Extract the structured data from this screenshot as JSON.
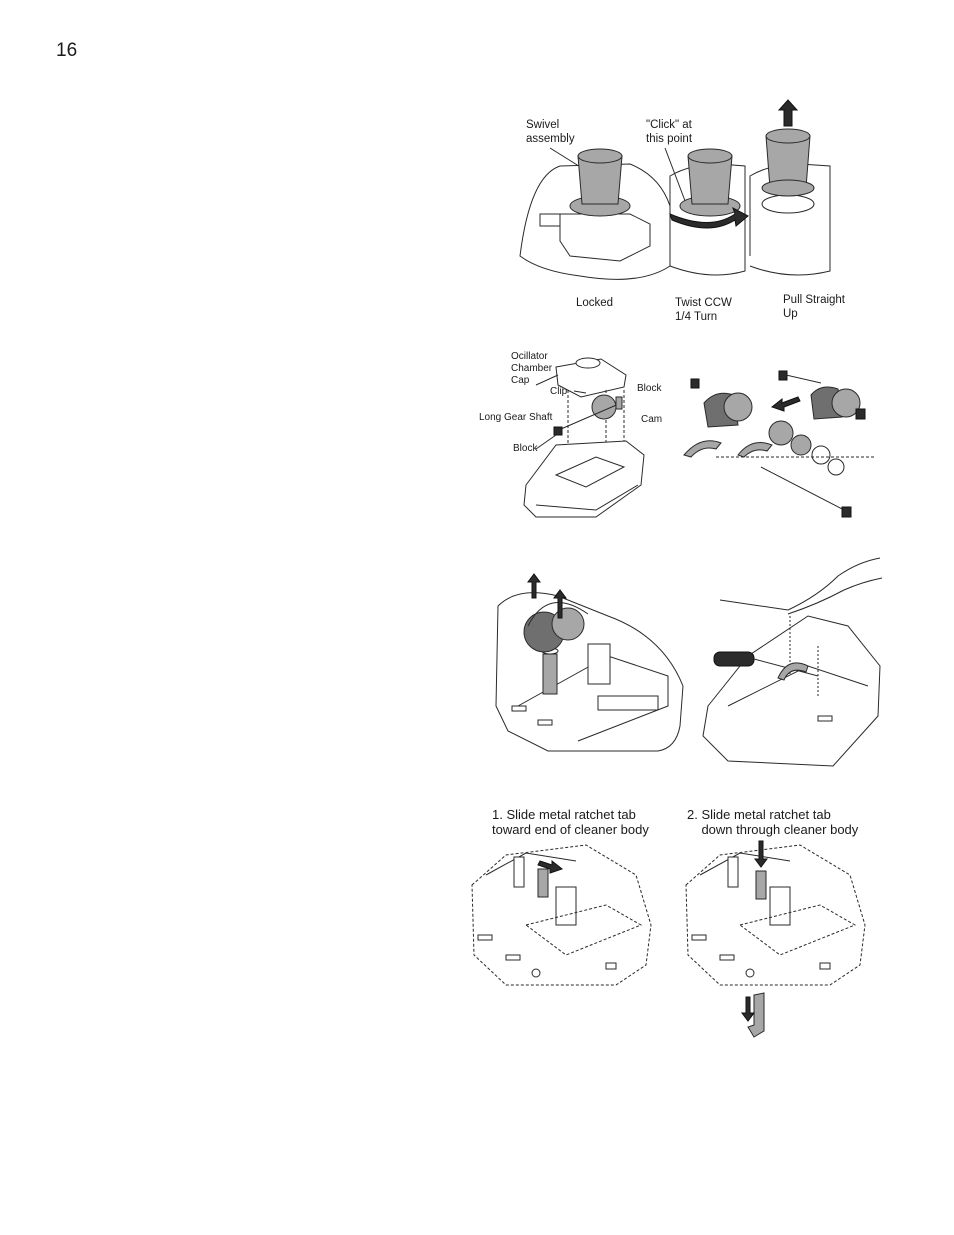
{
  "page": {
    "number": "16"
  },
  "swivel_figure": {
    "callouts": {
      "swivel_assembly": "Swivel\nassembly",
      "click_point": "\"Click\" at\nthis point"
    },
    "steps": [
      {
        "label": "Locked"
      },
      {
        "label": "Twist CCW\n1/4 Turn"
      },
      {
        "label": "Pull Straight\nUp"
      }
    ]
  },
  "oscillator_figure": {
    "callouts": {
      "oscillator_chamber_cap": "Ocillator\nChamber\nCap",
      "clip": "Clip",
      "block_upper": "Block",
      "long_gear_shaft": "Long Gear Shaft",
      "cam": "Cam",
      "block_lower": "Block"
    }
  },
  "ratchet_figure": {
    "steps": [
      {
        "label": "1. Slide metal ratchet tab\ntoward end of cleaner body"
      },
      {
        "label": "2. Slide metal ratchet tab\n    down through cleaner body"
      }
    ]
  }
}
